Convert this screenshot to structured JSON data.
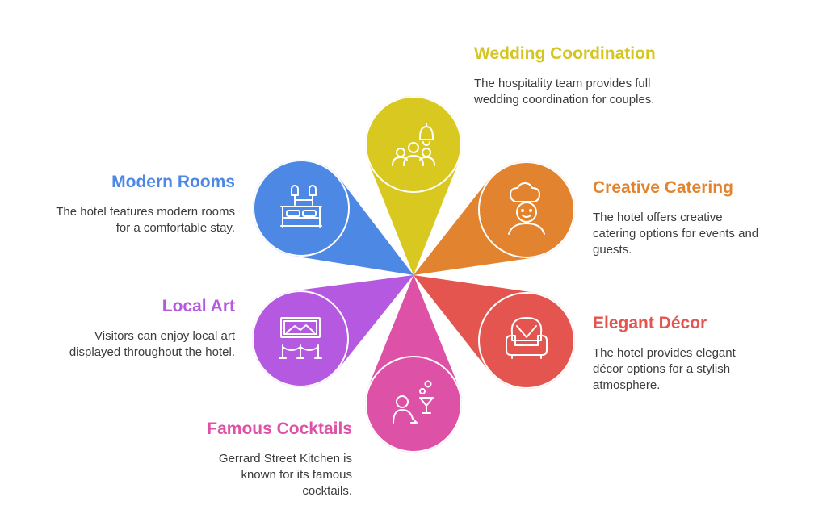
{
  "petals": [
    {
      "key": "wedding",
      "title": "Wedding Coordination",
      "description": "The hospitality team provides full wedding coordination for couples.",
      "color": "#d8c81f",
      "icon": "bell-and-guests-icon"
    },
    {
      "key": "catering",
      "title": "Creative Catering",
      "description": "The hotel offers creative catering options for events and guests.",
      "color": "#e2842f",
      "icon": "chef-icon"
    },
    {
      "key": "decor",
      "title": "Elegant Décor",
      "description": "The hotel provides elegant décor options for a stylish atmosphere.",
      "color": "#e55550",
      "icon": "armchair-icon"
    },
    {
      "key": "cocktails",
      "title": "Famous Cocktails",
      "description": "Gerrard Street Kitchen is known for its famous cocktails.",
      "color": "#dd52a6",
      "icon": "person-with-cocktail-icon"
    },
    {
      "key": "art",
      "title": "Local Art",
      "description": "Visitors can enjoy local art displayed throughout the hotel.",
      "color": "#b559e0",
      "icon": "framed-art-with-rope-barrier-icon"
    },
    {
      "key": "rooms",
      "title": "Modern Rooms",
      "description": "The hotel features modern rooms for a comfortable stay.",
      "color": "#4d88e4",
      "icon": "bed-and-lamps-icon"
    }
  ]
}
